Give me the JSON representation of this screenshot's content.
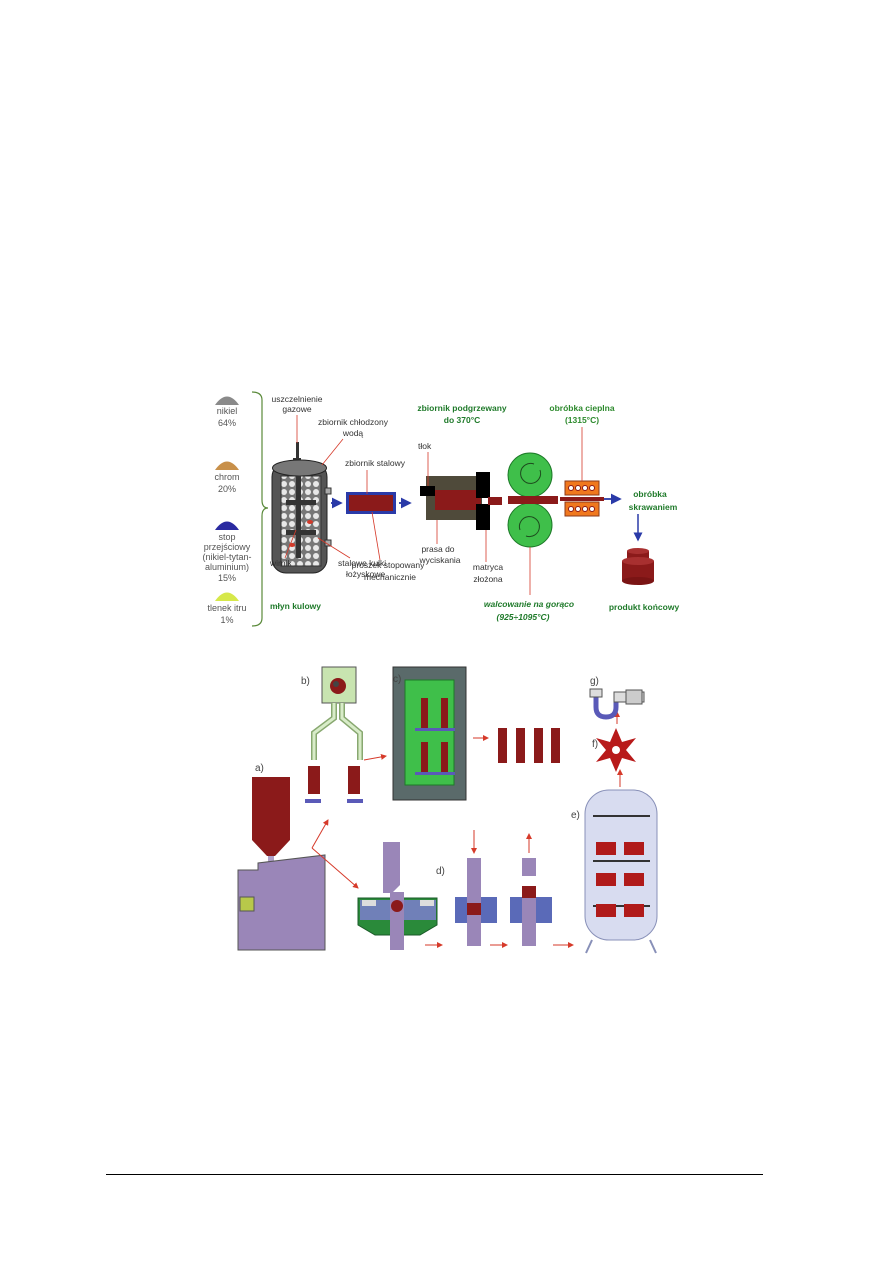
{
  "top_diagram": {
    "ingredients": [
      {
        "name": "nikiel",
        "pct": "64%",
        "color": "#8a8a8a"
      },
      {
        "name": "chrom",
        "pct": "20%",
        "color": "#c8904a"
      },
      {
        "name_lines": [
          "stop",
          "przejściowy",
          "(nikiel-tytan-",
          "aluminium)"
        ],
        "pct": "15%",
        "color": "#2a2aa0"
      },
      {
        "name": "tlenek itru",
        "pct": "1%",
        "color": "#d6e84a"
      }
    ],
    "labels": {
      "seal_line1": "uszczelnienie",
      "seal_line2": "gazowe",
      "cooled_tank_line1": "zbiornik chłodzony",
      "cooled_tank_line2": "wodą",
      "steel_tank": "zbiornik stalowy",
      "rotor": "wirnik",
      "balls_line1": "stalowe kulki",
      "balls_line2": "łożyskowe",
      "powder_line1": "proszek stopowany",
      "powder_line2": "mechanicznie",
      "mill": "młyn kulowy",
      "heated_tank_line1": "zbiornik podgrzewany",
      "heated_tank_line2": "do 370°C",
      "piston": "tłok",
      "press_line1": "prasa do",
      "press_line2": "wyciskania",
      "die_line1": "matryca",
      "die_line2": "złożona",
      "hot_rolling_line1": "walcowanie na gorąco",
      "hot_rolling_line2": "(925÷1095°C)",
      "heat_treat_line1": "obróbka cieplna",
      "heat_treat_line2": "(1315°C)",
      "machining_line1": "obróbka",
      "machining_line2": "skrawaniem",
      "final_product": "produkt końcowy"
    }
  },
  "bottom_diagram": {
    "step_labels": [
      "a)",
      "b)",
      "c)",
      "d)",
      "e)",
      "f)",
      "g)"
    ]
  }
}
